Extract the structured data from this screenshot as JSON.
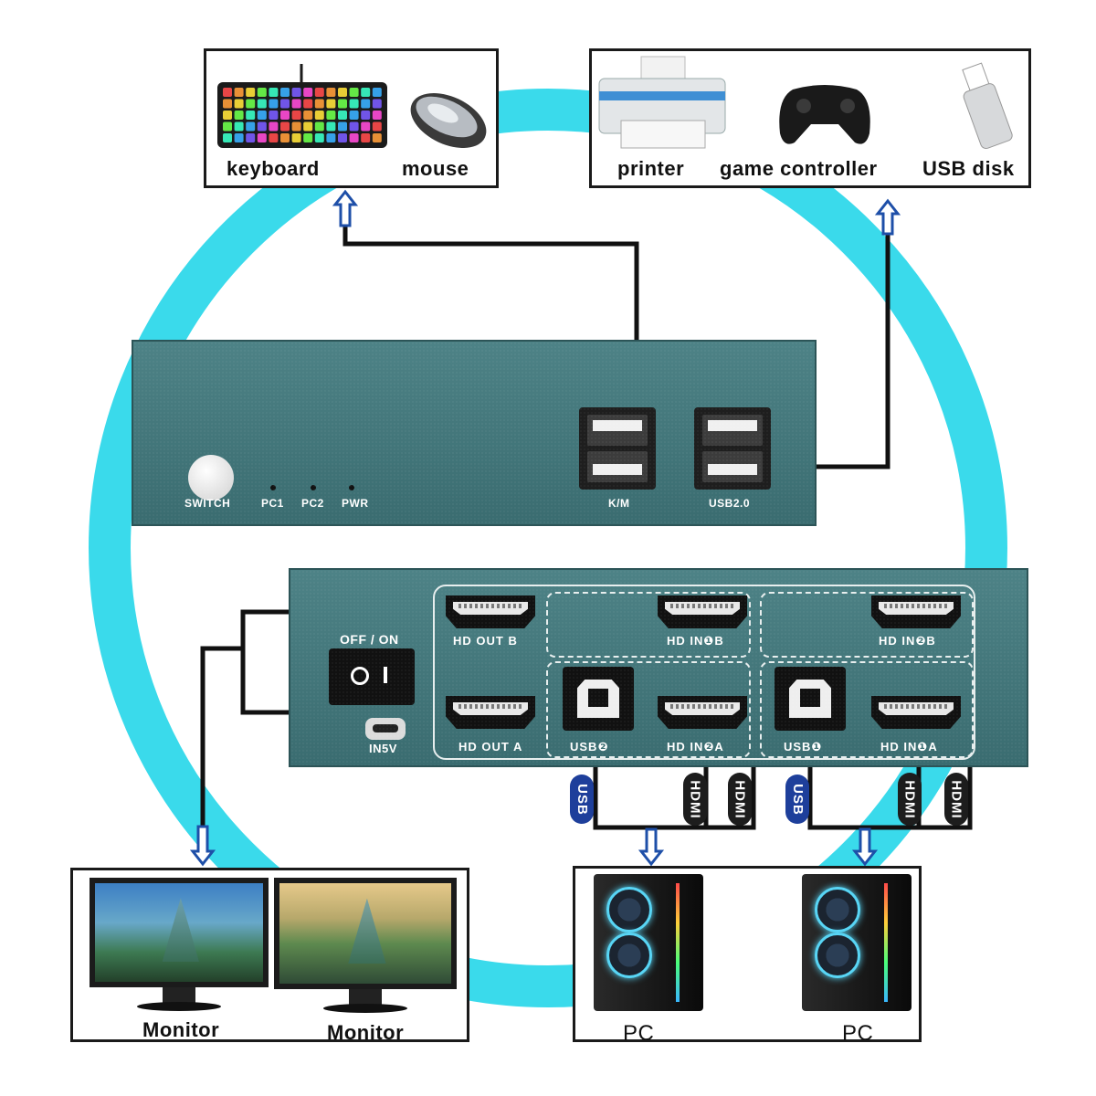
{
  "peripherals_km": {
    "keyboard": "keyboard",
    "mouse": "mouse"
  },
  "peripherals_usb": {
    "printer": "printer",
    "controller": "game  controller",
    "disk": "USB  disk"
  },
  "front_panel": {
    "switch": "SWITCH",
    "leds": [
      "PC1",
      "PC2",
      "PWR"
    ],
    "km_port": "K/M",
    "usb_port": "USB2.0"
  },
  "rear_panel": {
    "power_switch": "OFF / ON",
    "power_in": "IN5V",
    "hd_out_b": "HD  OUT  B",
    "hd_out_a": "HD  OUT  A",
    "hd_in_1b": "HD  IN❶B",
    "hd_in_2b": "HD  IN❷B",
    "hd_in_2a": "HD  IN❷A",
    "hd_in_1a": "HD  IN❶A",
    "usb_2": "USB❷",
    "usb_1": "USB❶"
  },
  "cable_tags": {
    "usb": "USB",
    "hdmi": "HDMI"
  },
  "monitors": [
    "Monitor",
    "Monitor"
  ],
  "pcs": [
    "PC",
    "PC"
  ],
  "colors": {
    "ring": "#2fd8ea",
    "device": "#437a7e",
    "tag_blue": "#1e3f9b",
    "arrow": "#1e4fa8"
  }
}
